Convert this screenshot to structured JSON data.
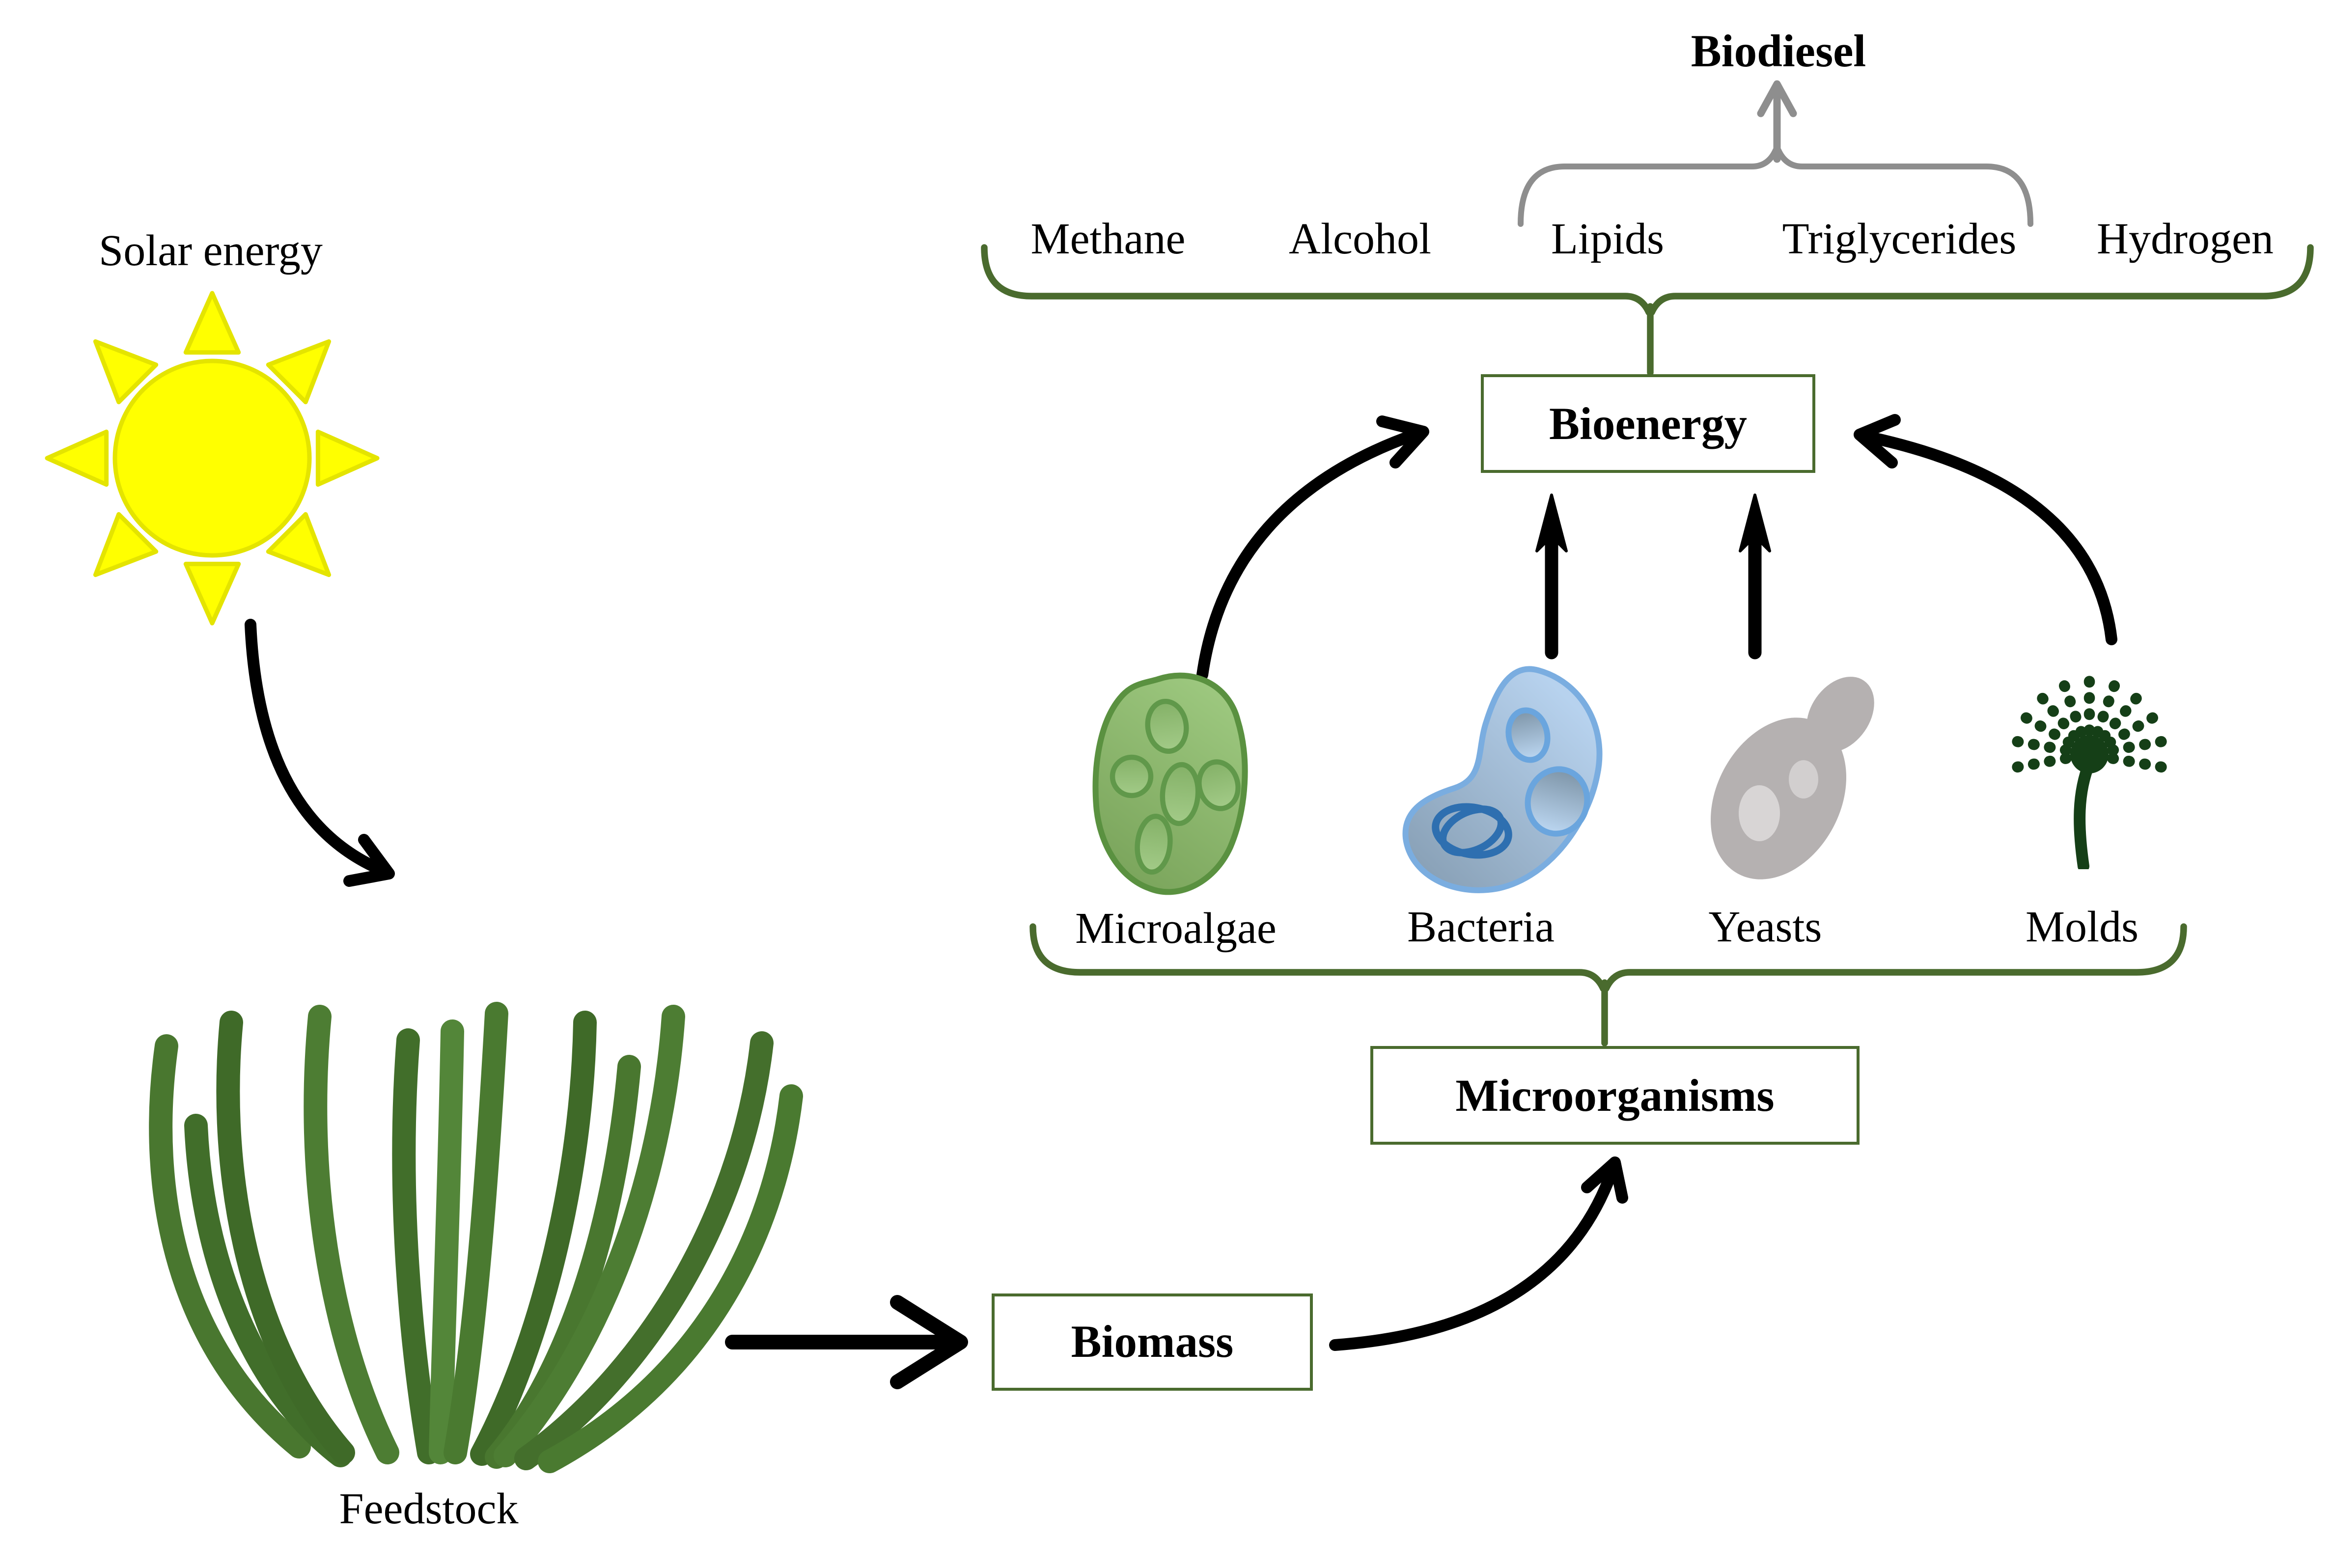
{
  "diagram": {
    "output_label": "Biodiesel",
    "products": [
      "Methane",
      "Alcohol",
      "Lipids",
      "Triglycerides",
      "Hydrogen"
    ],
    "boxes": {
      "bioenergy": "Bioenergy",
      "microorganisms": "Microorganisms",
      "biomass": "Biomass"
    },
    "organisms": [
      "Microalgae",
      "Bacteria",
      "Yeasts",
      "Molds"
    ],
    "inputs": {
      "solar_energy": "Solar energy",
      "feedstock": "Feedstock"
    },
    "colors": {
      "bracket_green": "#4a6b2e",
      "box_border_green": "#4a6b2e",
      "brace_gray": "#8e8e8e",
      "arrow_black": "#000000",
      "sun_yellow": "#ffff00",
      "sun_outline": "#e4e400",
      "grass_green": "#49772f",
      "microalgae_green": "#8cbb72",
      "microalgae_outline": "#5a9140",
      "bacteria_blue": "#a6c4e4",
      "bacteria_outline": "#7aade0",
      "plasmid_blue": "#2e6fb0",
      "yeast_gray": "#b5b1b1",
      "mold_dark_green": "#153f17",
      "text_black": "#000000"
    }
  }
}
